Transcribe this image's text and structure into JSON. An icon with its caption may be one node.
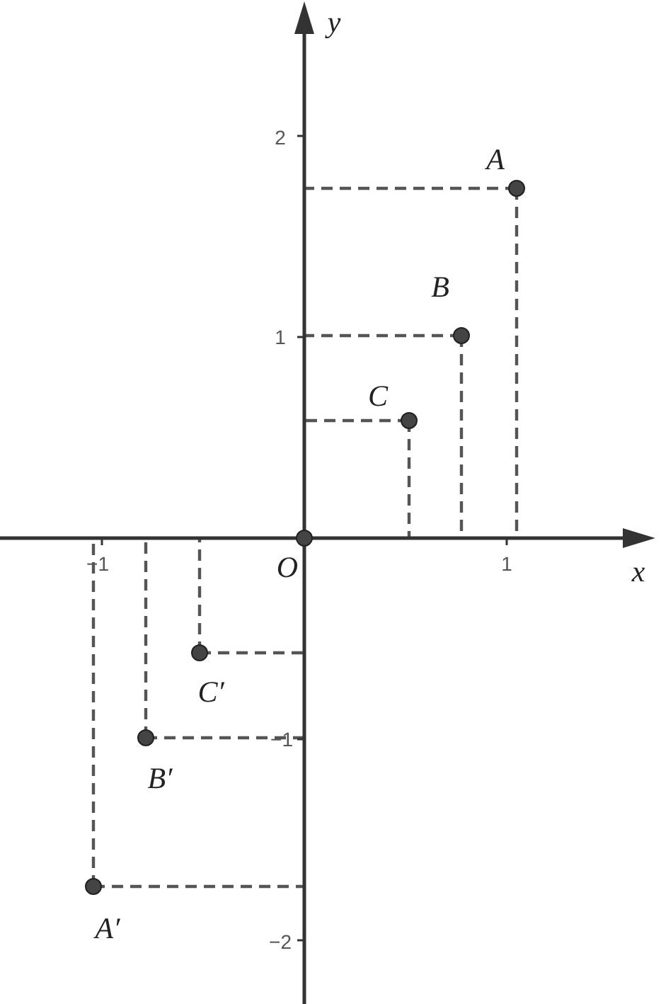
{
  "diagram": {
    "nodes": [
      {
        "text": [
          "A"
        ]
      },
      {
        "text": [
          "B"
        ]
      },
      {
        "text": [
          "C"
        ]
      },
      {
        "text": [
          "O"
        ]
      },
      {
        "text": [
          "C′"
        ]
      },
      {
        "text": [
          "B′"
        ]
      },
      {
        "text": [
          "A′"
        ]
      }
    ],
    "labels": [
      "y",
      "2",
      "1",
      "−1",
      "1",
      "x",
      "−1",
      "−2"
    ]
  }
}
